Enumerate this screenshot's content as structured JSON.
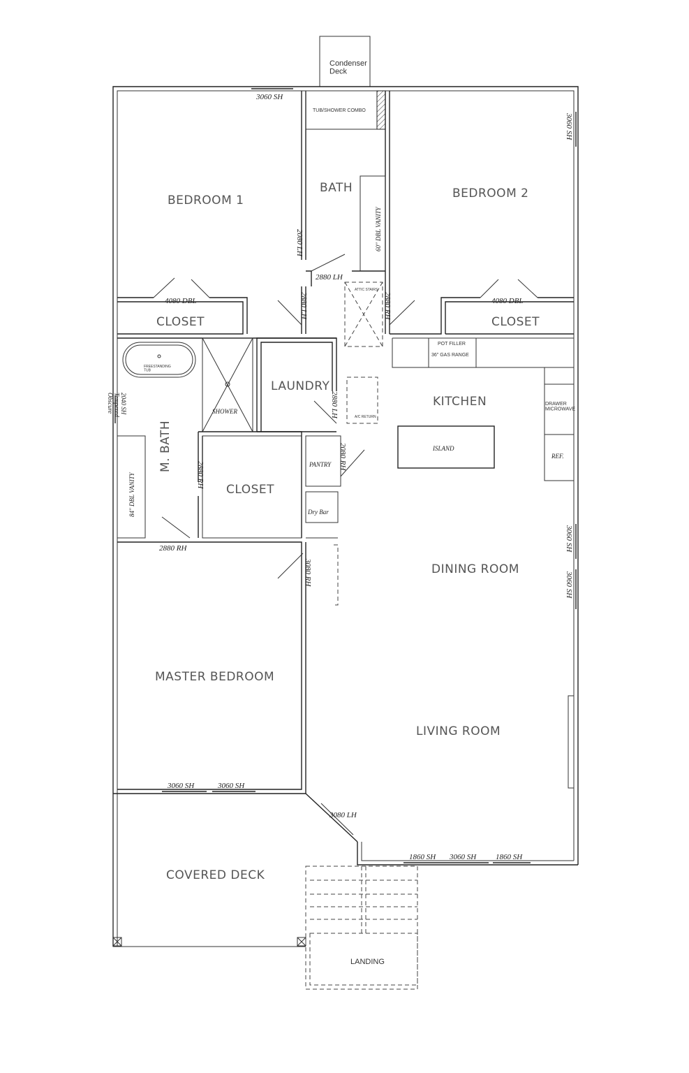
{
  "rooms": {
    "condenser_deck": "Condenser\nDeck",
    "bedroom1": "BEDROOM 1",
    "bath": "BATH",
    "bedroom2": "BEDROOM 2",
    "closet1": "CLOSET",
    "closet2": "CLOSET",
    "laundry": "LAUNDRY",
    "kitchen": "KITCHEN",
    "m_bath": "M. BATH",
    "closet_master": "CLOSET",
    "dining_room": "DINING ROOM",
    "master_bedroom": "MASTER BEDROOM",
    "living_room": "LIVING ROOM",
    "covered_deck": "COVERED DECK",
    "landing": "LANDING"
  },
  "fixtures": {
    "tub_shower": "TUB/SHOWER COMBO",
    "dbl_vanity_60": "60\" DBL VANITY",
    "attic_stairs": "ATTIC STAIRS",
    "freestanding_tub": "FREESTANDING\nTUB",
    "shower": "SHOWER",
    "ac_return": "A/C RETURN",
    "pot_filler": "POT FILLER",
    "gas_range": "36\" GAS RANGE",
    "drawer_microwave": "DRAWER\nMICROWAVE",
    "island": "ISLAND",
    "ref": "REF.",
    "pantry": "PANTRY",
    "dry_bar": "Dry Bar",
    "dbl_vanity_84": "84\" DBL VANITY",
    "window_bath": "2040 SH\nTempered\nObscure"
  },
  "openings": {
    "w_bed1_top": "3060 SH",
    "w_bed2_right": "3060 SH",
    "d_bath_2080": "2080 LH",
    "d_bath_2880": "2880 LH",
    "d_closet1": "4080 DBL",
    "d_hall_left": "2880 LH",
    "d_hall_right": "2880 RH",
    "d_closet2": "4080 DBL",
    "d_laundry": "2880 LH",
    "d_pantry": "2080 RH",
    "d_mbath": "2880 RH",
    "d_mbed_top": "2880 RH",
    "d_mbed_side": "3080 RH",
    "w_dining_1": "3060 SH",
    "w_dining_2": "3060 SH",
    "w_mbed_1": "3060 SH",
    "w_mbed_2": "3060 SH",
    "d_entry": "3080 LH",
    "w_living_1": "1860 SH",
    "w_living_2": "3060 SH",
    "w_living_3": "1860 SH"
  }
}
